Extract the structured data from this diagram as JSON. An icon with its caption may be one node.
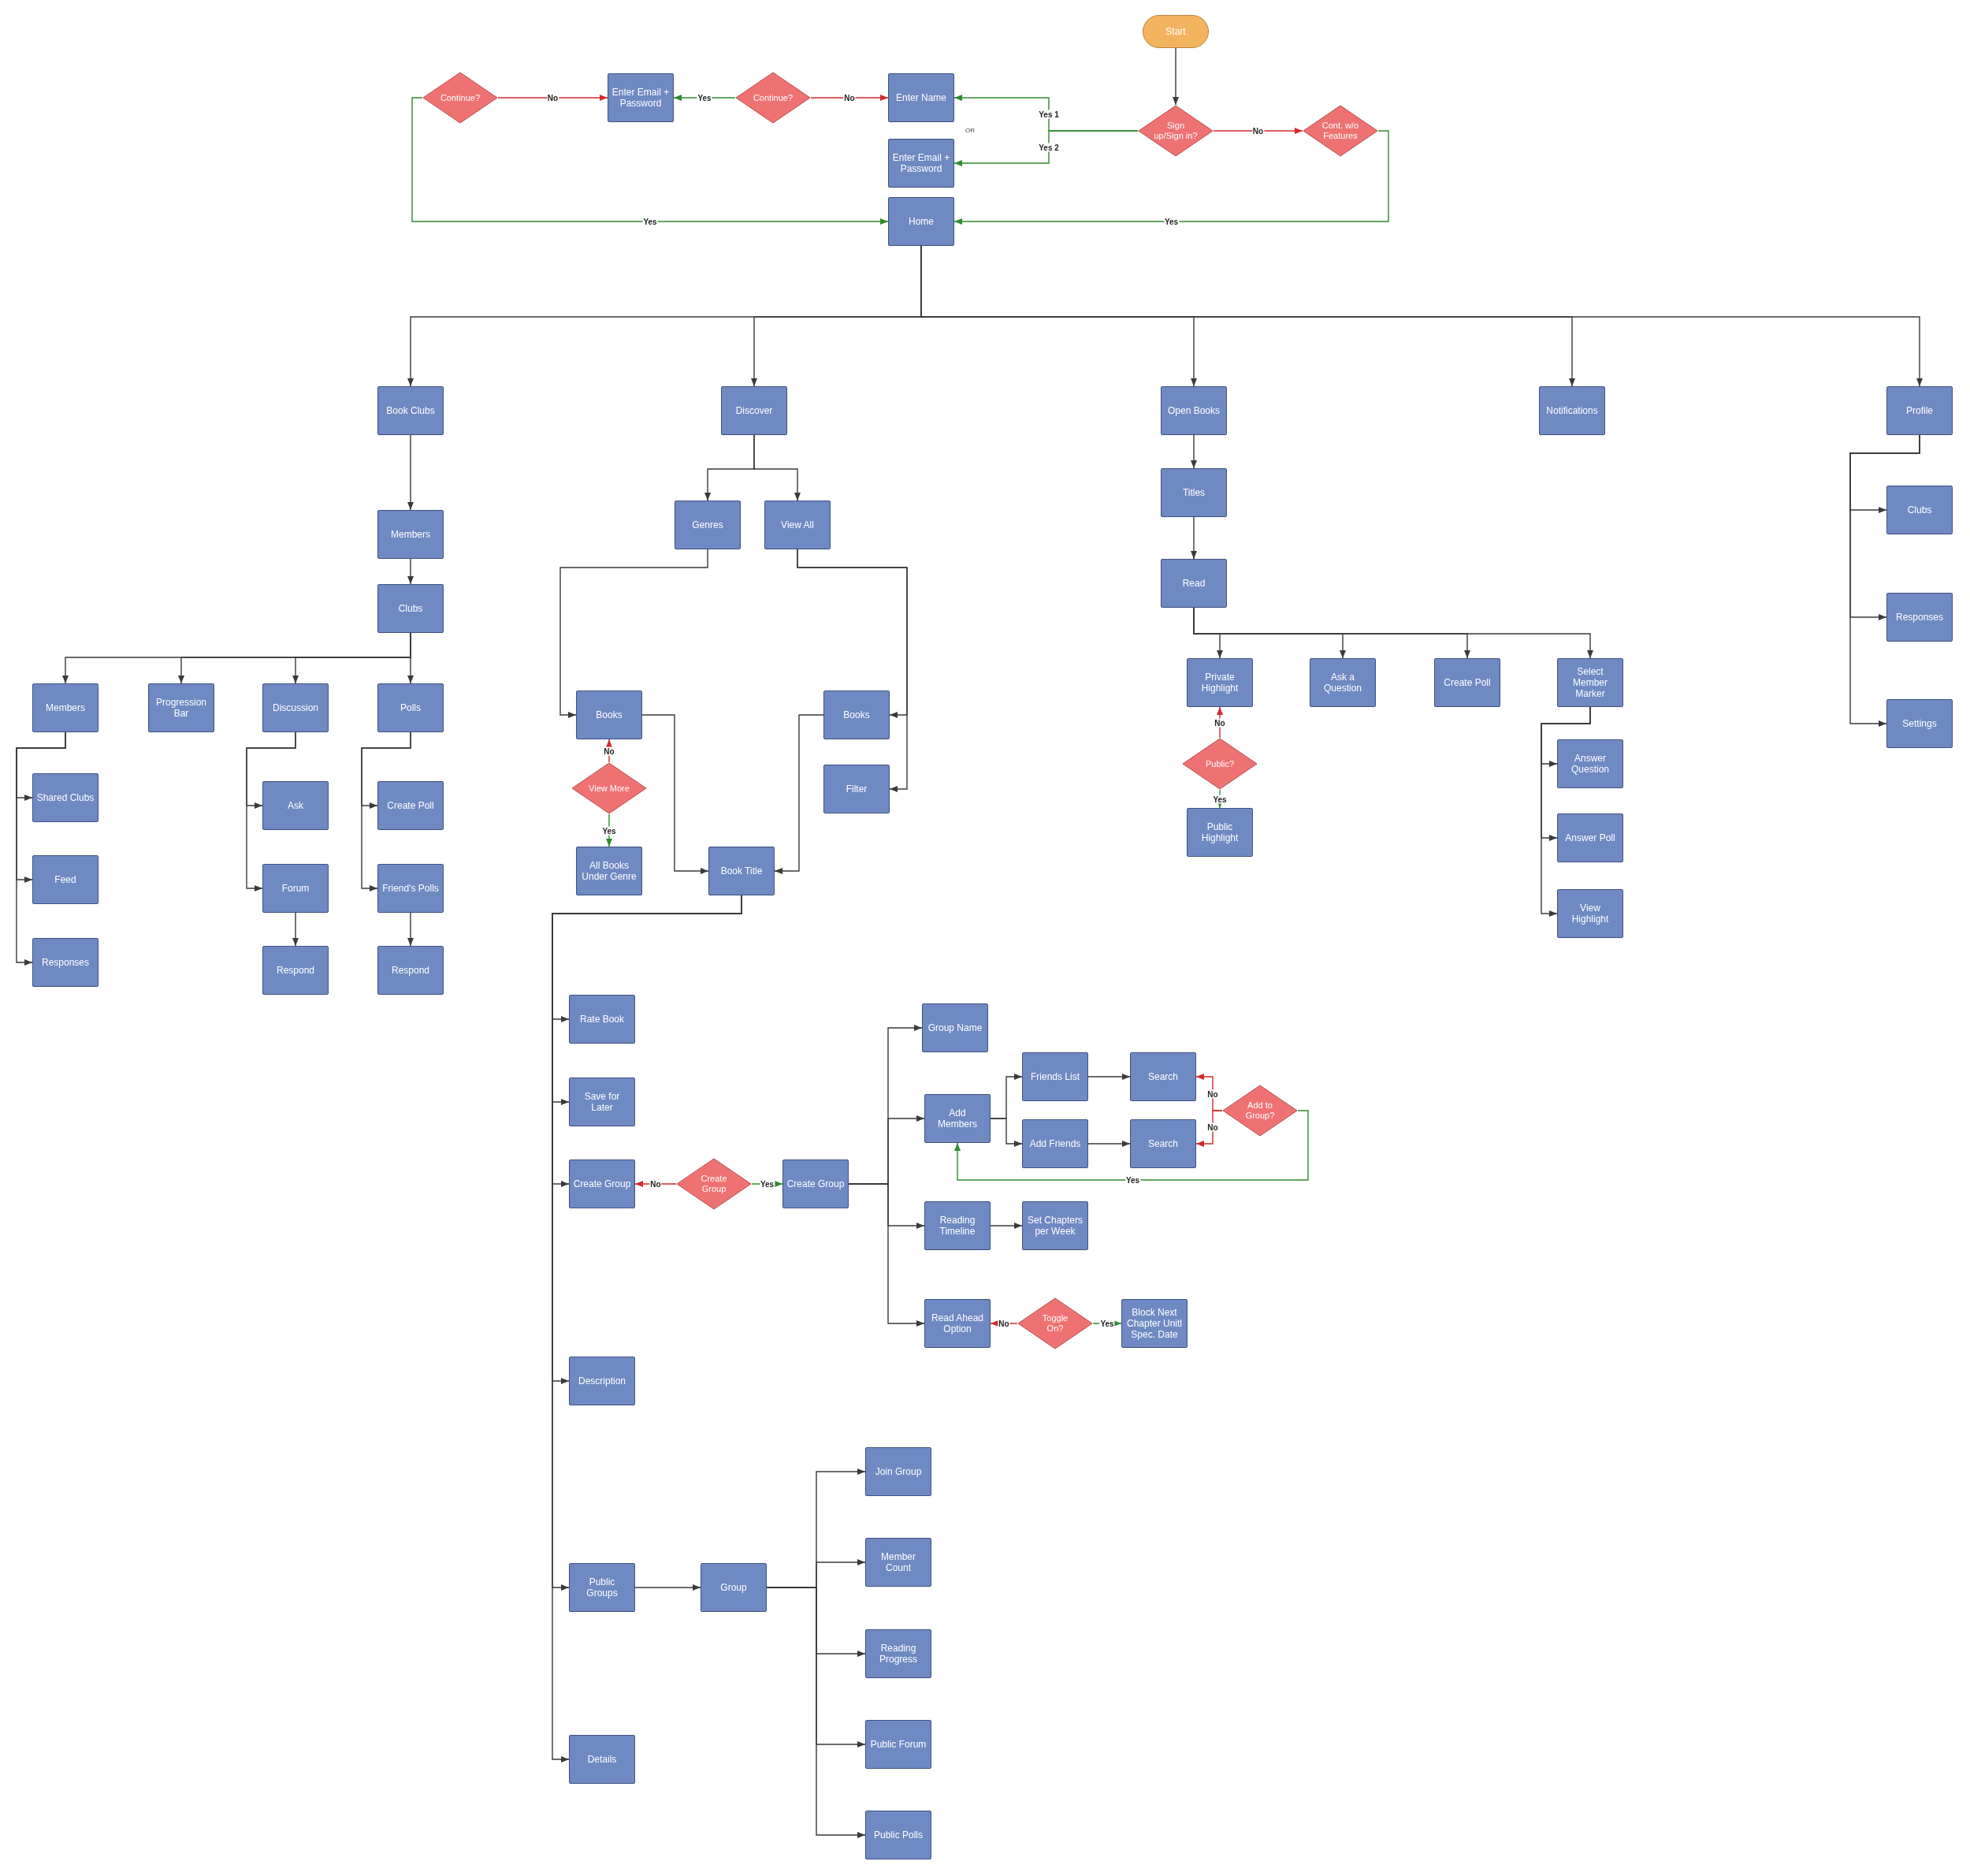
{
  "diagram": {
    "nodes": [
      {
        "text": [
          "Start"
        ]
      },
      {
        "text": [
          "Continue?"
        ]
      },
      {
        "text": [
          "Enter Email + Password"
        ]
      },
      {
        "text": [
          "Continue?"
        ]
      },
      {
        "text": [
          "Enter Name"
        ]
      },
      {
        "text": [
          "Enter Email + Password"
        ]
      },
      {
        "text": [
          "Sign up/Sign in?"
        ]
      },
      {
        "text": [
          "Cont. w/o Features"
        ]
      },
      {
        "text": [
          "Home"
        ]
      },
      {
        "text": [
          "Book Clubs"
        ]
      },
      {
        "text": [
          "Discover"
        ]
      },
      {
        "text": [
          "Open Books"
        ]
      },
      {
        "text": [
          "Notifications"
        ]
      },
      {
        "text": [
          "Profile"
        ]
      },
      {
        "text": [
          "Members"
        ]
      },
      {
        "text": [
          "Clubs"
        ]
      },
      {
        "text": [
          "Members"
        ]
      },
      {
        "text": [
          "Progression Bar"
        ]
      },
      {
        "text": [
          "Discussion"
        ]
      },
      {
        "text": [
          "Polls"
        ]
      },
      {
        "text": [
          "Shared Clubs"
        ]
      },
      {
        "text": [
          "Feed"
        ]
      },
      {
        "text": [
          "Responses"
        ]
      },
      {
        "text": [
          "Ask"
        ]
      },
      {
        "text": [
          "Forum"
        ]
      },
      {
        "text": [
          "Respond"
        ]
      },
      {
        "text": [
          "Create Poll"
        ]
      },
      {
        "text": [
          "Friend's Polls"
        ]
      },
      {
        "text": [
          "Respond"
        ]
      },
      {
        "text": [
          "Genres"
        ]
      },
      {
        "text": [
          "View All"
        ]
      },
      {
        "text": [
          "Books"
        ]
      },
      {
        "text": [
          "View More"
        ]
      },
      {
        "text": [
          "All Books Under Genre"
        ]
      },
      {
        "text": [
          "Books"
        ]
      },
      {
        "text": [
          "Filter"
        ]
      },
      {
        "text": [
          "Book Title"
        ]
      },
      {
        "text": [
          "Titles"
        ]
      },
      {
        "text": [
          "Read"
        ]
      },
      {
        "text": [
          "Private Highlight"
        ]
      },
      {
        "text": [
          "Public?"
        ]
      },
      {
        "text": [
          "Public Highlight"
        ]
      },
      {
        "text": [
          "Ask a Question"
        ]
      },
      {
        "text": [
          "Create Poll"
        ]
      },
      {
        "text": [
          "Select Member Marker"
        ]
      },
      {
        "text": [
          "Answer Question"
        ]
      },
      {
        "text": [
          "Answer Poll"
        ]
      },
      {
        "text": [
          "View Highlight"
        ]
      },
      {
        "text": [
          "Clubs"
        ]
      },
      {
        "text": [
          "Responses"
        ]
      },
      {
        "text": [
          "Settings"
        ]
      },
      {
        "text": [
          "Rate Book"
        ]
      },
      {
        "text": [
          "Save for Later"
        ]
      },
      {
        "text": [
          "Create Group"
        ]
      },
      {
        "text": [
          "Create Group"
        ]
      },
      {
        "text": [
          "Create Group"
        ]
      },
      {
        "text": [
          "Group Name"
        ]
      },
      {
        "text": [
          "Add Members"
        ]
      },
      {
        "text": [
          "Friends List"
        ]
      },
      {
        "text": [
          "Add Friends"
        ]
      },
      {
        "text": [
          "Search"
        ]
      },
      {
        "text": [
          "Search"
        ]
      },
      {
        "text": [
          "Add to Group?"
        ]
      },
      {
        "text": [
          "Reading Timeline"
        ]
      },
      {
        "text": [
          "Set Chapters per Week"
        ]
      },
      {
        "text": [
          "Read Ahead Option"
        ]
      },
      {
        "text": [
          "Toggle On?"
        ]
      },
      {
        "text": [
          "Block Next Chapter Unitl Spec. Date"
        ]
      },
      {
        "text": [
          "Description"
        ]
      },
      {
        "text": [
          "Public Groups"
        ]
      },
      {
        "text": [
          "Group"
        ]
      },
      {
        "text": [
          "Join Group"
        ]
      },
      {
        "text": [
          "Member Count"
        ]
      },
      {
        "text": [
          "Reading Progress"
        ]
      },
      {
        "text": [
          "Public Forum"
        ]
      },
      {
        "text": [
          "Public Polls"
        ]
      },
      {
        "text": [
          "Details"
        ]
      }
    ],
    "edges": [
      {
        "from": 0,
        "to": 6,
        "arrow": "to"
      },
      {
        "from": 6,
        "to": 4,
        "arrow": "to",
        "label": "Yes 1",
        "color": "#2e8b2e"
      },
      {
        "from": 6,
        "to": 5,
        "arrow": "to",
        "label": "Yes 2",
        "color": "#2e8b2e"
      },
      {
        "from": 6,
        "to": 7,
        "arrow": "to",
        "label": "No",
        "color": "#d02b2b"
      },
      {
        "from": 7,
        "to": 8,
        "arrow": "to",
        "label": "Yes",
        "color": "#2e8b2e"
      },
      {
        "from": 3,
        "to": 4,
        "arrow": "to",
        "label": "No",
        "color": "#d02b2b"
      },
      {
        "from": 3,
        "to": 2,
        "arrow": "to",
        "label": "Yes",
        "color": "#2e8b2e"
      },
      {
        "from": 1,
        "to": 2,
        "arrow": "to",
        "label": "No",
        "color": "#d02b2b"
      },
      {
        "from": 1,
        "to": 8,
        "arrow": "to",
        "label": "Yes",
        "color": "#2e8b2e"
      },
      {
        "from": 8,
        "to": 9,
        "arrow": "to"
      },
      {
        "from": 8,
        "to": 10,
        "arrow": "to"
      },
      {
        "from": 8,
        "to": 11,
        "arrow": "to"
      },
      {
        "from": 8,
        "to": 12,
        "arrow": "to"
      },
      {
        "from": 8,
        "to": 13,
        "arrow": "to"
      },
      {
        "from": 9,
        "to": 14,
        "arrow": "to"
      },
      {
        "from": 14,
        "to": 15,
        "arrow": "to"
      },
      {
        "from": 15,
        "to": 16,
        "arrow": "to"
      },
      {
        "from": 15,
        "to": 17,
        "arrow": "to"
      },
      {
        "from": 15,
        "to": 18,
        "arrow": "to"
      },
      {
        "from": 15,
        "to": 19,
        "arrow": "to"
      },
      {
        "from": 16,
        "to": 20,
        "arrow": "to"
      },
      {
        "from": 16,
        "to": 21,
        "arrow": "to"
      },
      {
        "from": 16,
        "to": 22,
        "arrow": "to"
      },
      {
        "from": 18,
        "to": 23,
        "arrow": "to"
      },
      {
        "from": 18,
        "to": 24,
        "arrow": "to"
      },
      {
        "from": 24,
        "to": 25,
        "arrow": "to"
      },
      {
        "from": 19,
        "to": 26,
        "arrow": "to"
      },
      {
        "from": 19,
        "to": 27,
        "arrow": "to"
      },
      {
        "from": 27,
        "to": 28,
        "arrow": "to"
      },
      {
        "from": 10,
        "to": 29,
        "arrow": "to"
      },
      {
        "from": 10,
        "to": 30,
        "arrow": "to"
      },
      {
        "from": 29,
        "to": 31,
        "arrow": "to"
      },
      {
        "from": 30,
        "to": 34,
        "arrow": "to"
      },
      {
        "from": 30,
        "to": 35,
        "arrow": "to"
      },
      {
        "from": 32,
        "to": 31,
        "arrow": "to",
        "label": "No",
        "color": "#d02b2b"
      },
      {
        "from": 32,
        "to": 33,
        "arrow": "to",
        "label": "Yes",
        "color": "#2e8b2e"
      },
      {
        "from": 31,
        "to": 36,
        "arrow": "to"
      },
      {
        "from": 34,
        "to": 36,
        "arrow": "to"
      },
      {
        "from": 11,
        "to": 37,
        "arrow": "to"
      },
      {
        "from": 37,
        "to": 38,
        "arrow": "to"
      },
      {
        "from": 38,
        "to": 39,
        "arrow": "to"
      },
      {
        "from": 38,
        "to": 42,
        "arrow": "to"
      },
      {
        "from": 38,
        "to": 43,
        "arrow": "to"
      },
      {
        "from": 38,
        "to": 44,
        "arrow": "to"
      },
      {
        "from": 40,
        "to": 39,
        "arrow": "to",
        "label": "No",
        "color": "#d02b2b"
      },
      {
        "from": 40,
        "to": 41,
        "arrow": "to",
        "label": "Yes",
        "color": "#2e8b2e"
      },
      {
        "from": 44,
        "to": 45,
        "arrow": "to"
      },
      {
        "from": 44,
        "to": 46,
        "arrow": "to"
      },
      {
        "from": 44,
        "to": 47,
        "arrow": "to"
      },
      {
        "from": 13,
        "to": 48,
        "arrow": "to"
      },
      {
        "from": 13,
        "to": 49,
        "arrow": "to"
      },
      {
        "from": 13,
        "to": 50,
        "arrow": "to"
      },
      {
        "from": 36,
        "to": 51,
        "arrow": "to"
      },
      {
        "from": 36,
        "to": 52,
        "arrow": "to"
      },
      {
        "from": 36,
        "to": 53,
        "arrow": "to"
      },
      {
        "from": 36,
        "to": 68,
        "arrow": "to"
      },
      {
        "from": 36,
        "to": 69,
        "arrow": "to"
      },
      {
        "from": 36,
        "to": 76,
        "arrow": "to"
      },
      {
        "from": 54,
        "to": 53,
        "arrow": "to",
        "label": "No",
        "color": "#d02b2b"
      },
      {
        "from": 54,
        "to": 55,
        "arrow": "to",
        "label": "Yes",
        "color": "#2e8b2e"
      },
      {
        "from": 55,
        "to": 56,
        "arrow": "to"
      },
      {
        "from": 55,
        "to": 57,
        "arrow": "to"
      },
      {
        "from": 55,
        "to": 63,
        "arrow": "to"
      },
      {
        "from": 55,
        "to": 65,
        "arrow": "to"
      },
      {
        "from": 57,
        "to": 58,
        "arrow": "to"
      },
      {
        "from": 57,
        "to": 59,
        "arrow": "to"
      },
      {
        "from": 58,
        "to": 60,
        "arrow": "to"
      },
      {
        "from": 59,
        "to": 61,
        "arrow": "to"
      },
      {
        "from": 62,
        "to": 60,
        "arrow": "to",
        "label": "No",
        "color": "#d02b2b"
      },
      {
        "from": 62,
        "to": 61,
        "arrow": "to",
        "label": "No",
        "color": "#d02b2b"
      },
      {
        "from": 62,
        "to": 57,
        "arrow": "to",
        "label": "Yes",
        "color": "#2e8b2e"
      },
      {
        "from": 63,
        "to": 64,
        "arrow": "to"
      },
      {
        "from": 66,
        "to": 65,
        "arrow": "to",
        "label": "No",
        "color": "#d02b2b"
      },
      {
        "from": 66,
        "to": 67,
        "arrow": "to",
        "label": "Yes",
        "color": "#2e8b2e"
      },
      {
        "from": 69,
        "to": 70,
        "arrow": "to"
      },
      {
        "from": 70,
        "to": 71,
        "arrow": "to"
      },
      {
        "from": 70,
        "to": 72,
        "arrow": "to"
      },
      {
        "from": 70,
        "to": 73,
        "arrow": "to"
      },
      {
        "from": 70,
        "to": 74,
        "arrow": "to"
      },
      {
        "from": 70,
        "to": 75,
        "arrow": "to"
      }
    ],
    "labels": [
      "OR"
    ]
  }
}
